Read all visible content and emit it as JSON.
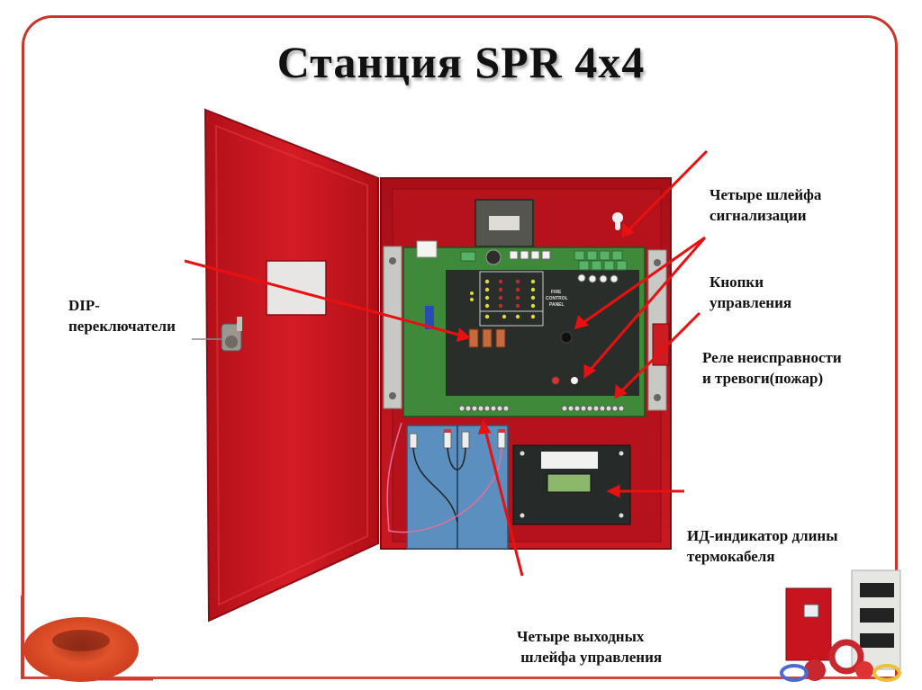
{
  "slide": {
    "title": "Станция SPR 4x4",
    "frame_color": "#c9342b",
    "annotation_color": "#e81010"
  },
  "illustration": {
    "cabinet_color": "#c8141e",
    "pcb_color": "#3e8a3a",
    "panel_text": [
      "FIRE",
      "CONTROL",
      "PANEL"
    ]
  },
  "labels": {
    "alarm_loops": {
      "line1": "Четыре шлейфа",
      "line2": "сигнализации"
    },
    "control_buttons": {
      "line1": "Кнопки",
      "line2": "управления"
    },
    "relays": {
      "line1": "Реле неисправности",
      "line2": "и тревоги(пожар)"
    },
    "dip_switches": {
      "line1": "DIP-",
      "line2": "переключатели"
    },
    "length_indicator": {
      "line1": "ИД-индикатор длины",
      "line2": "термокабеля"
    },
    "output_loops": {
      "line1": "Четыре выходных",
      "line2": " шлейфа управления"
    }
  }
}
